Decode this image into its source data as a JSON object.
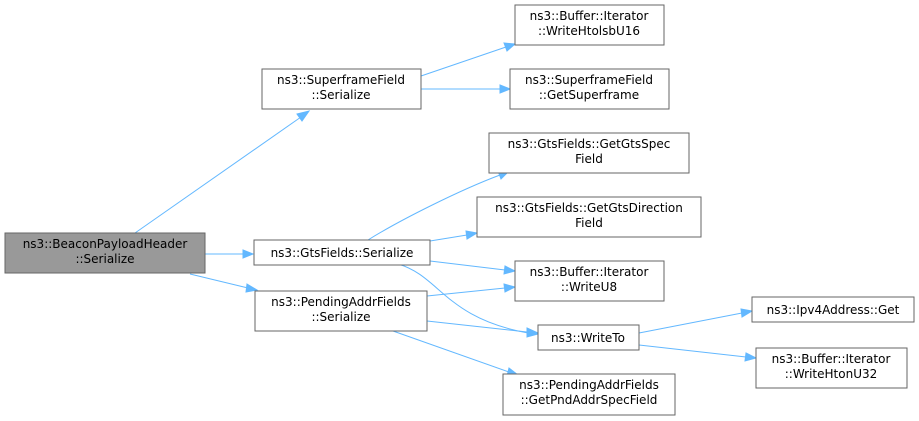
{
  "nodes": {
    "beacon_serialize": {
      "lines": [
        "ns3::BeaconPayloadHeader",
        "::Serialize"
      ]
    },
    "superframe_serialize": {
      "lines": [
        "ns3::SuperframeField",
        "::Serialize"
      ]
    },
    "gts_serialize": {
      "lines": [
        "ns3::GtsFields::Serialize"
      ]
    },
    "pending_serialize": {
      "lines": [
        "ns3::PendingAddrFields",
        "::Serialize"
      ]
    },
    "write_htolsb_u16": {
      "lines": [
        "ns3::Buffer::Iterator",
        "::WriteHtolsbU16"
      ]
    },
    "get_superframe": {
      "lines": [
        "ns3::SuperframeField",
        "::GetSuperframe"
      ]
    },
    "get_gts_spec_field": {
      "lines": [
        "ns3::GtsFields::GetGtsSpec",
        "Field"
      ]
    },
    "get_gts_direction_field": {
      "lines": [
        "ns3::GtsFields::GetGtsDirection",
        "Field"
      ]
    },
    "write_u8": {
      "lines": [
        "ns3::Buffer::Iterator",
        "::WriteU8"
      ]
    },
    "write_to": {
      "lines": [
        "ns3::WriteTo"
      ]
    },
    "get_pnd_addr_spec_field": {
      "lines": [
        "ns3::PendingAddrFields",
        "::GetPndAddrSpecField"
      ]
    },
    "ipv4_get": {
      "lines": [
        "ns3::Ipv4Address::Get"
      ]
    },
    "write_hton_u32": {
      "lines": [
        "ns3::Buffer::Iterator",
        "::WriteHtonU32"
      ]
    }
  },
  "colors": {
    "edge": "#63b8ff",
    "node_border": "#666666",
    "root_fill": "#999999",
    "node_fill": "#ffffff"
  }
}
